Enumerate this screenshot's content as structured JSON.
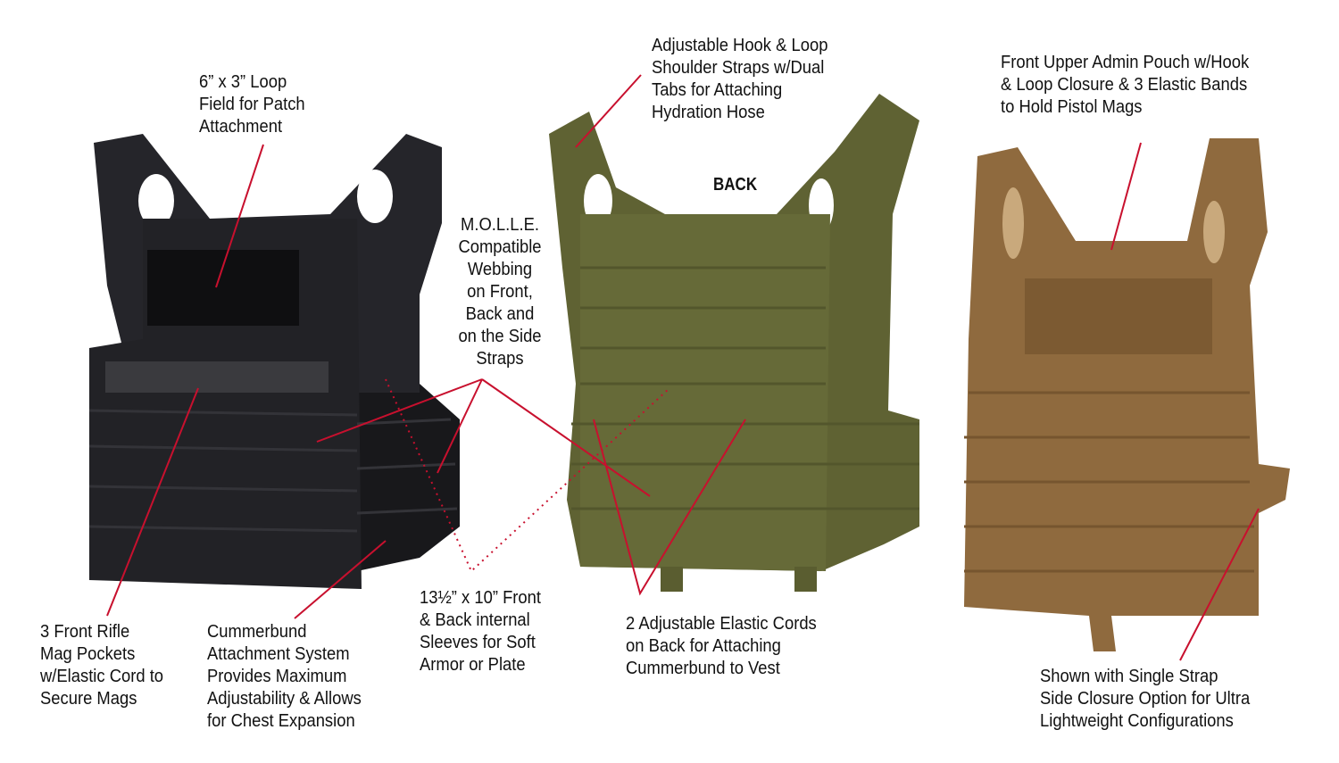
{
  "colors": {
    "callout_line": "#c8102e",
    "black_vest": "#1f1f22",
    "olive_vest": "#5f6233",
    "coyote_vest": "#8f6a3e"
  },
  "vests": [
    {
      "name": "black-vest",
      "view": "front"
    },
    {
      "name": "olive-vest",
      "view": "back",
      "view_label": "BACK"
    },
    {
      "name": "coyote-vest",
      "view": "front"
    }
  ],
  "callouts": {
    "loop_field": "6” x 3” Loop\nField for Patch\nAttachment",
    "rifle_mag": "3 Front Rifle\nMag Pockets\nw/Elastic Cord to\nSecure Mags",
    "cummerbund": "Cummerbund\nAttachment System\nProvides Maximum\nAdjustability & Allows\nfor Chest Expansion",
    "molle": "M.O.L.L.E.\nCompatible\nWebbing\non Front,\nBack and\non the Side\nStraps",
    "sleeves": "13½” x 10” Front\n& Back internal\nSleeves for Soft\nArmor or Plate",
    "shoulder_straps": "Adjustable Hook & Loop\nShoulder Straps w/Dual\nTabs for Attaching\nHydration Hose",
    "elastic_cords": "2 Adjustable Elastic Cords\non Back for Attaching\nCummerbund to Vest",
    "admin_pouch": "Front Upper Admin Pouch w/Hook\n& Loop Closure & 3 Elastic Bands\nto Hold Pistol Mags",
    "single_strap": "Shown with Single Strap\nSide Closure Option for Ultra\nLightweight Configurations"
  }
}
